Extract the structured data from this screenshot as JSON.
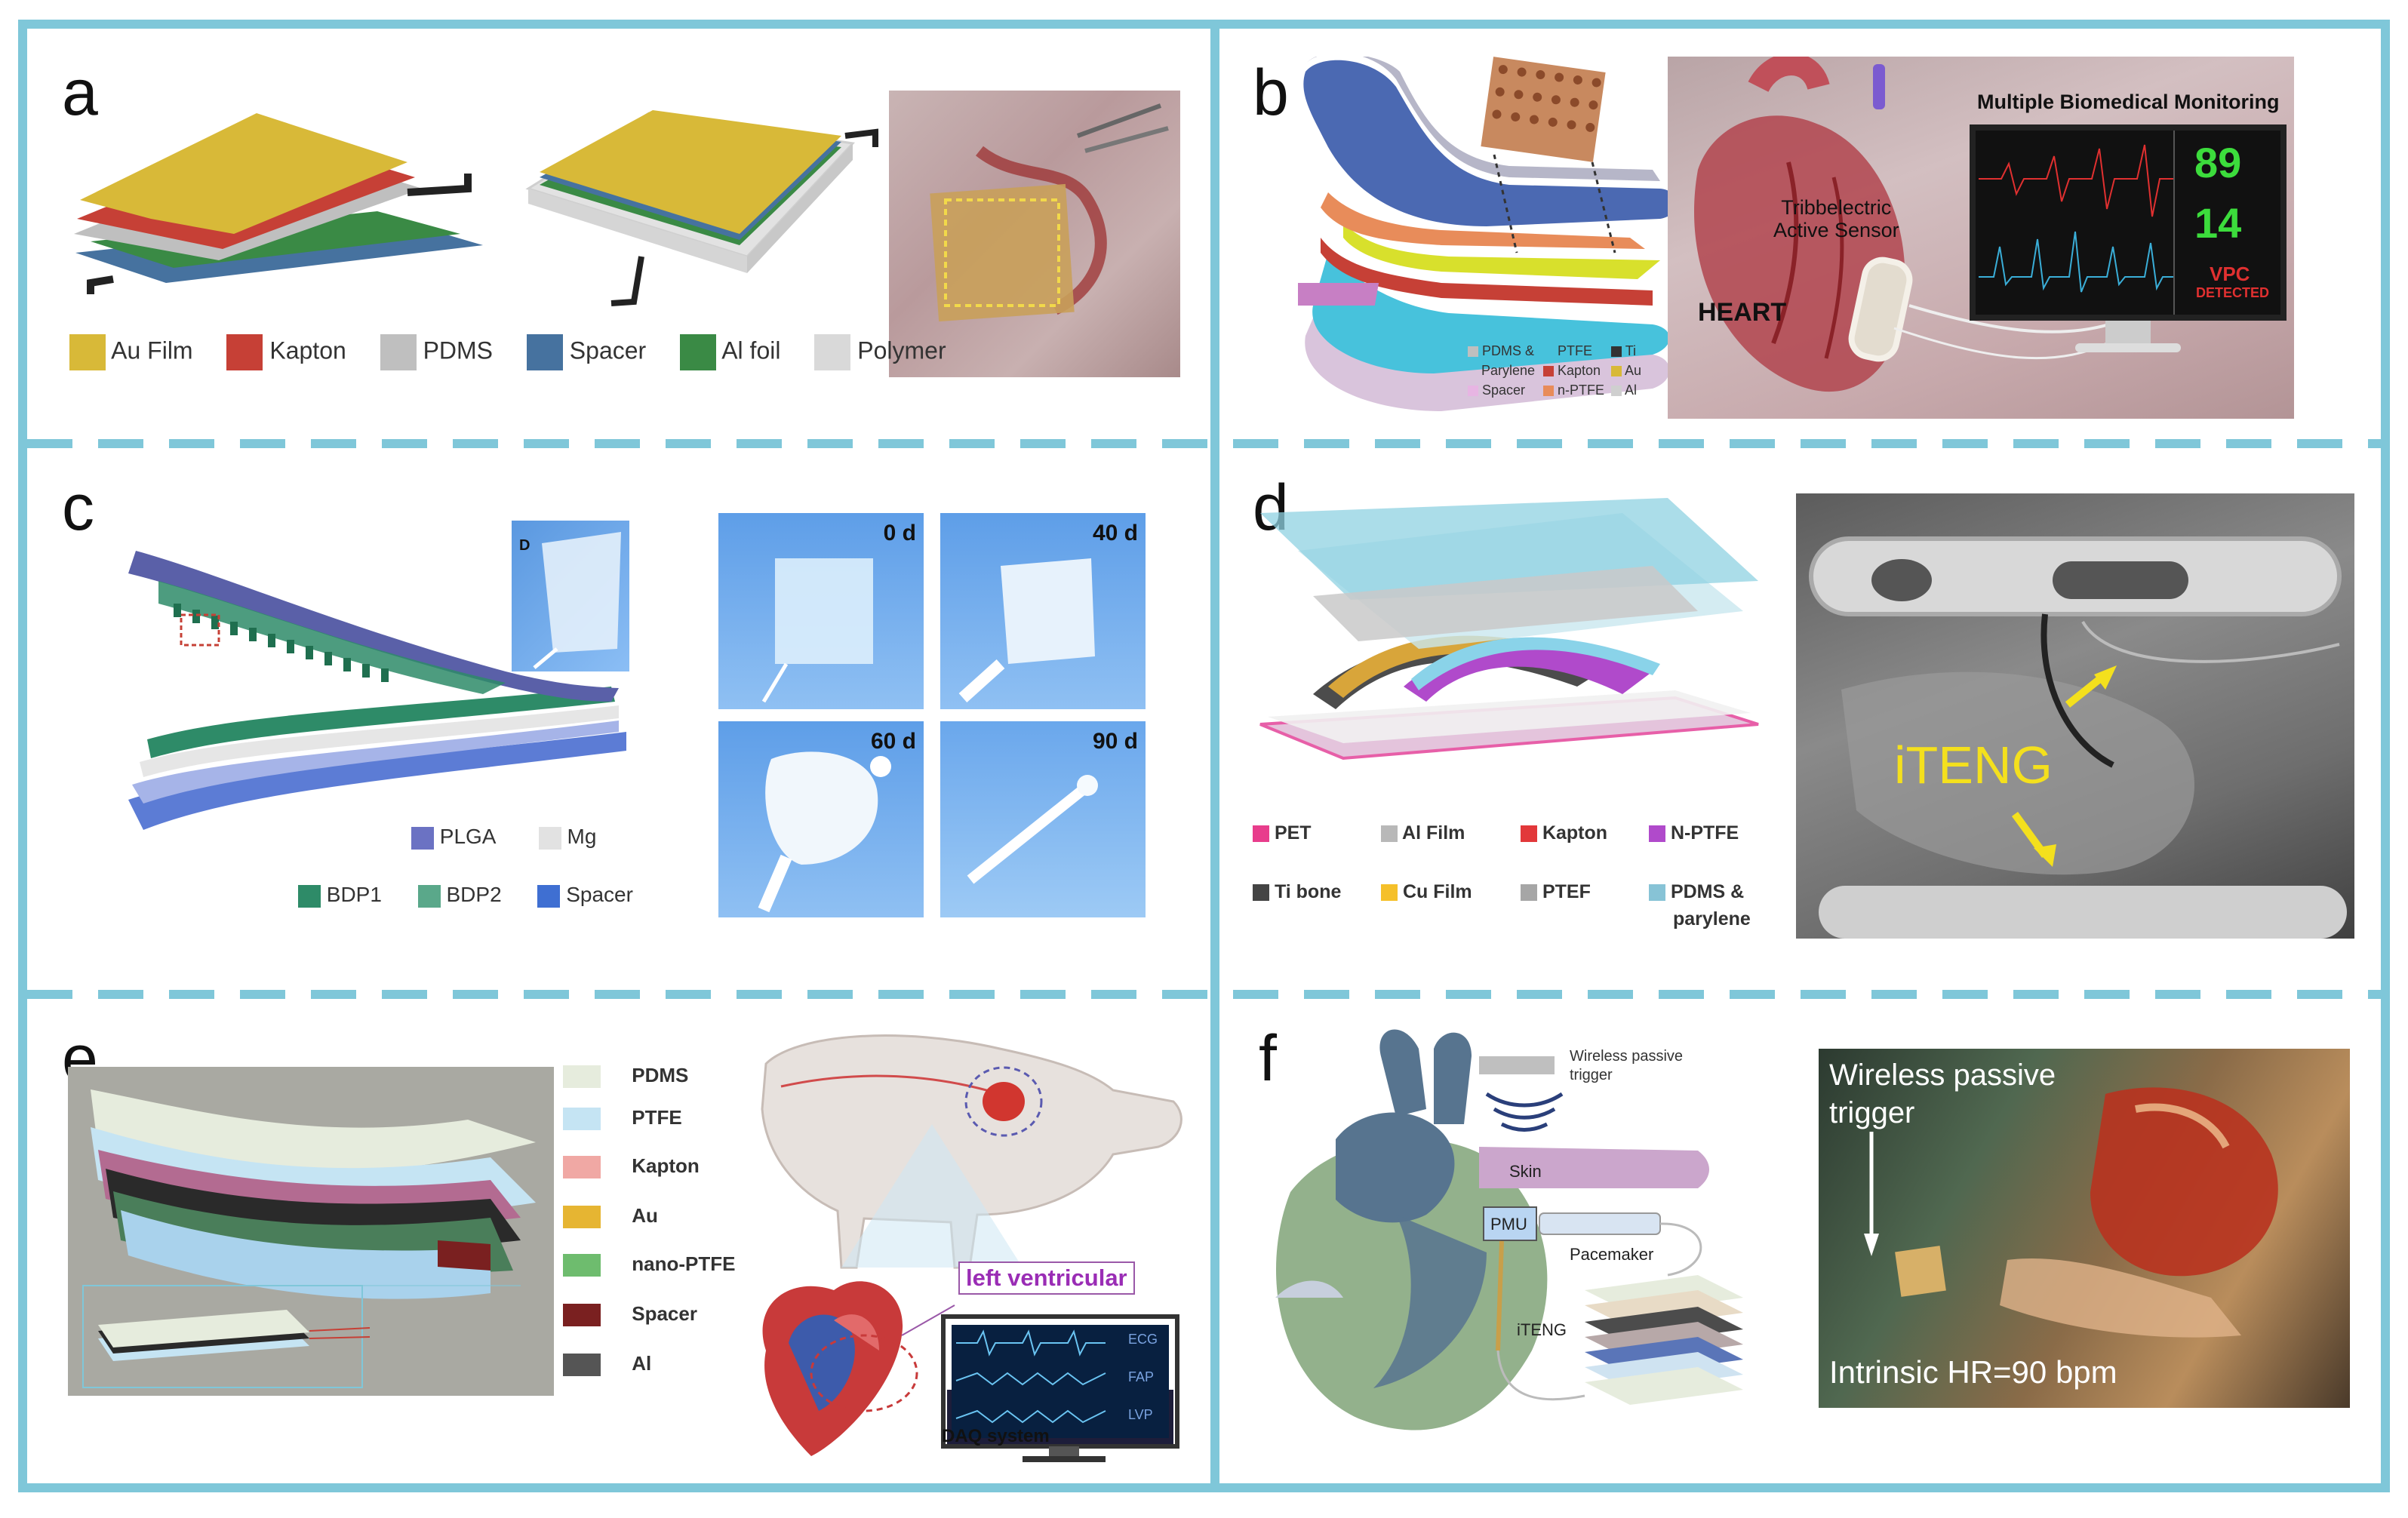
{
  "colors": {
    "frame": "#7fc7d9",
    "gold": "#d8b938",
    "kapton": "#c64036",
    "pdms": "#bfbfbf",
    "spacer": "#46729f",
    "alfoil": "#3a8a45",
    "polymer": "#d9d9d9",
    "iteng_yellow": "#f4e01d"
  },
  "panels": {
    "a": {
      "label": "a",
      "legend": [
        "Au Film",
        "Kapton",
        "PDMS",
        "Spacer",
        "Al foil",
        "Polymer"
      ]
    },
    "b": {
      "label": "b",
      "legend": [
        [
          "PDMS &",
          "Parylene"
        ],
        "PTFE",
        "Ti",
        "Kapton",
        "Au",
        "Spacer",
        "n-PTFE",
        "Al"
      ],
      "heart_label": "HEART",
      "sensor_label": "Tribbelectric\nActive Sensor",
      "monitor_title": "Multiple Biomedical Monitoring",
      "hr_value": "89",
      "rr_value": "14",
      "alert": [
        "VPC",
        "DETECTED"
      ]
    },
    "c": {
      "label": "c",
      "legend": [
        "PLGA",
        "Mg",
        "BDP1",
        "BDP2",
        "Spacer"
      ],
      "inset_letter": "D",
      "days": [
        "0 d",
        "40 d",
        "60 d",
        "90 d"
      ]
    },
    "d": {
      "label": "d",
      "legend": [
        "PET",
        "Al Film",
        "Kapton",
        "N-PTFE",
        "Ti bone",
        "Cu Film",
        "PTEF",
        "PDMS &",
        "parylene"
      ],
      "photo_label": "iTENG"
    },
    "e": {
      "label": "e",
      "legend": [
        "PDMS",
        "PTFE",
        "Kapton",
        "Au",
        "nano-PTFE",
        "Spacer",
        "Al"
      ],
      "lv_label": "left  ventricular",
      "daq_label": "DAQ system",
      "screen_labels": [
        "ECG",
        "FAP",
        "LVP"
      ]
    },
    "f": {
      "label": "f",
      "trigger_label": "Wireless passive\ntrigger",
      "skin_label": "Skin",
      "pmu_label": "PMU",
      "pacemaker_label": "Pacemaker",
      "iteng_label": "iTENG",
      "photo_trigger": "Wireless passive\ntrigger",
      "photo_hr": "Intrinsic HR=90 bpm"
    }
  }
}
